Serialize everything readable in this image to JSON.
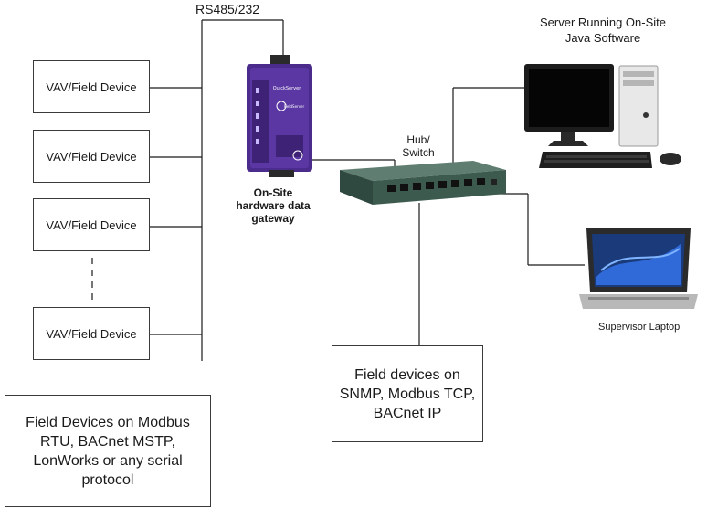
{
  "bus_label": "RS485/232",
  "server_caption": "Server Running On-Site\nJava Software",
  "gateway": {
    "caption_line1": "On-Site",
    "caption_line2": "hardware data",
    "caption_line3": "gateway",
    "brand": "QuickServer",
    "maker": "FieldServer"
  },
  "switch_caption_line1": "Hub/",
  "switch_caption_line2": "Switch",
  "laptop_caption": "Supervisor Laptop",
  "field_devices": [
    {
      "label": "VAV/Field Device"
    },
    {
      "label": "VAV/Field Device"
    },
    {
      "label": "VAV/Field Device"
    },
    {
      "label": "VAV/Field Device"
    }
  ],
  "ip_devices_text": "Field devices on\nSNMP, Modbus TCP,\nBACnet IP",
  "serial_devices_text": "Field Devices on Modbus\nRTU, BACnet MSTP,\nLonWorks or any serial\nprotocol",
  "colors": {
    "gateway_purple": "#4b2c8c",
    "switch_body": "#3d5a4f",
    "line": "#1a1a1a"
  }
}
